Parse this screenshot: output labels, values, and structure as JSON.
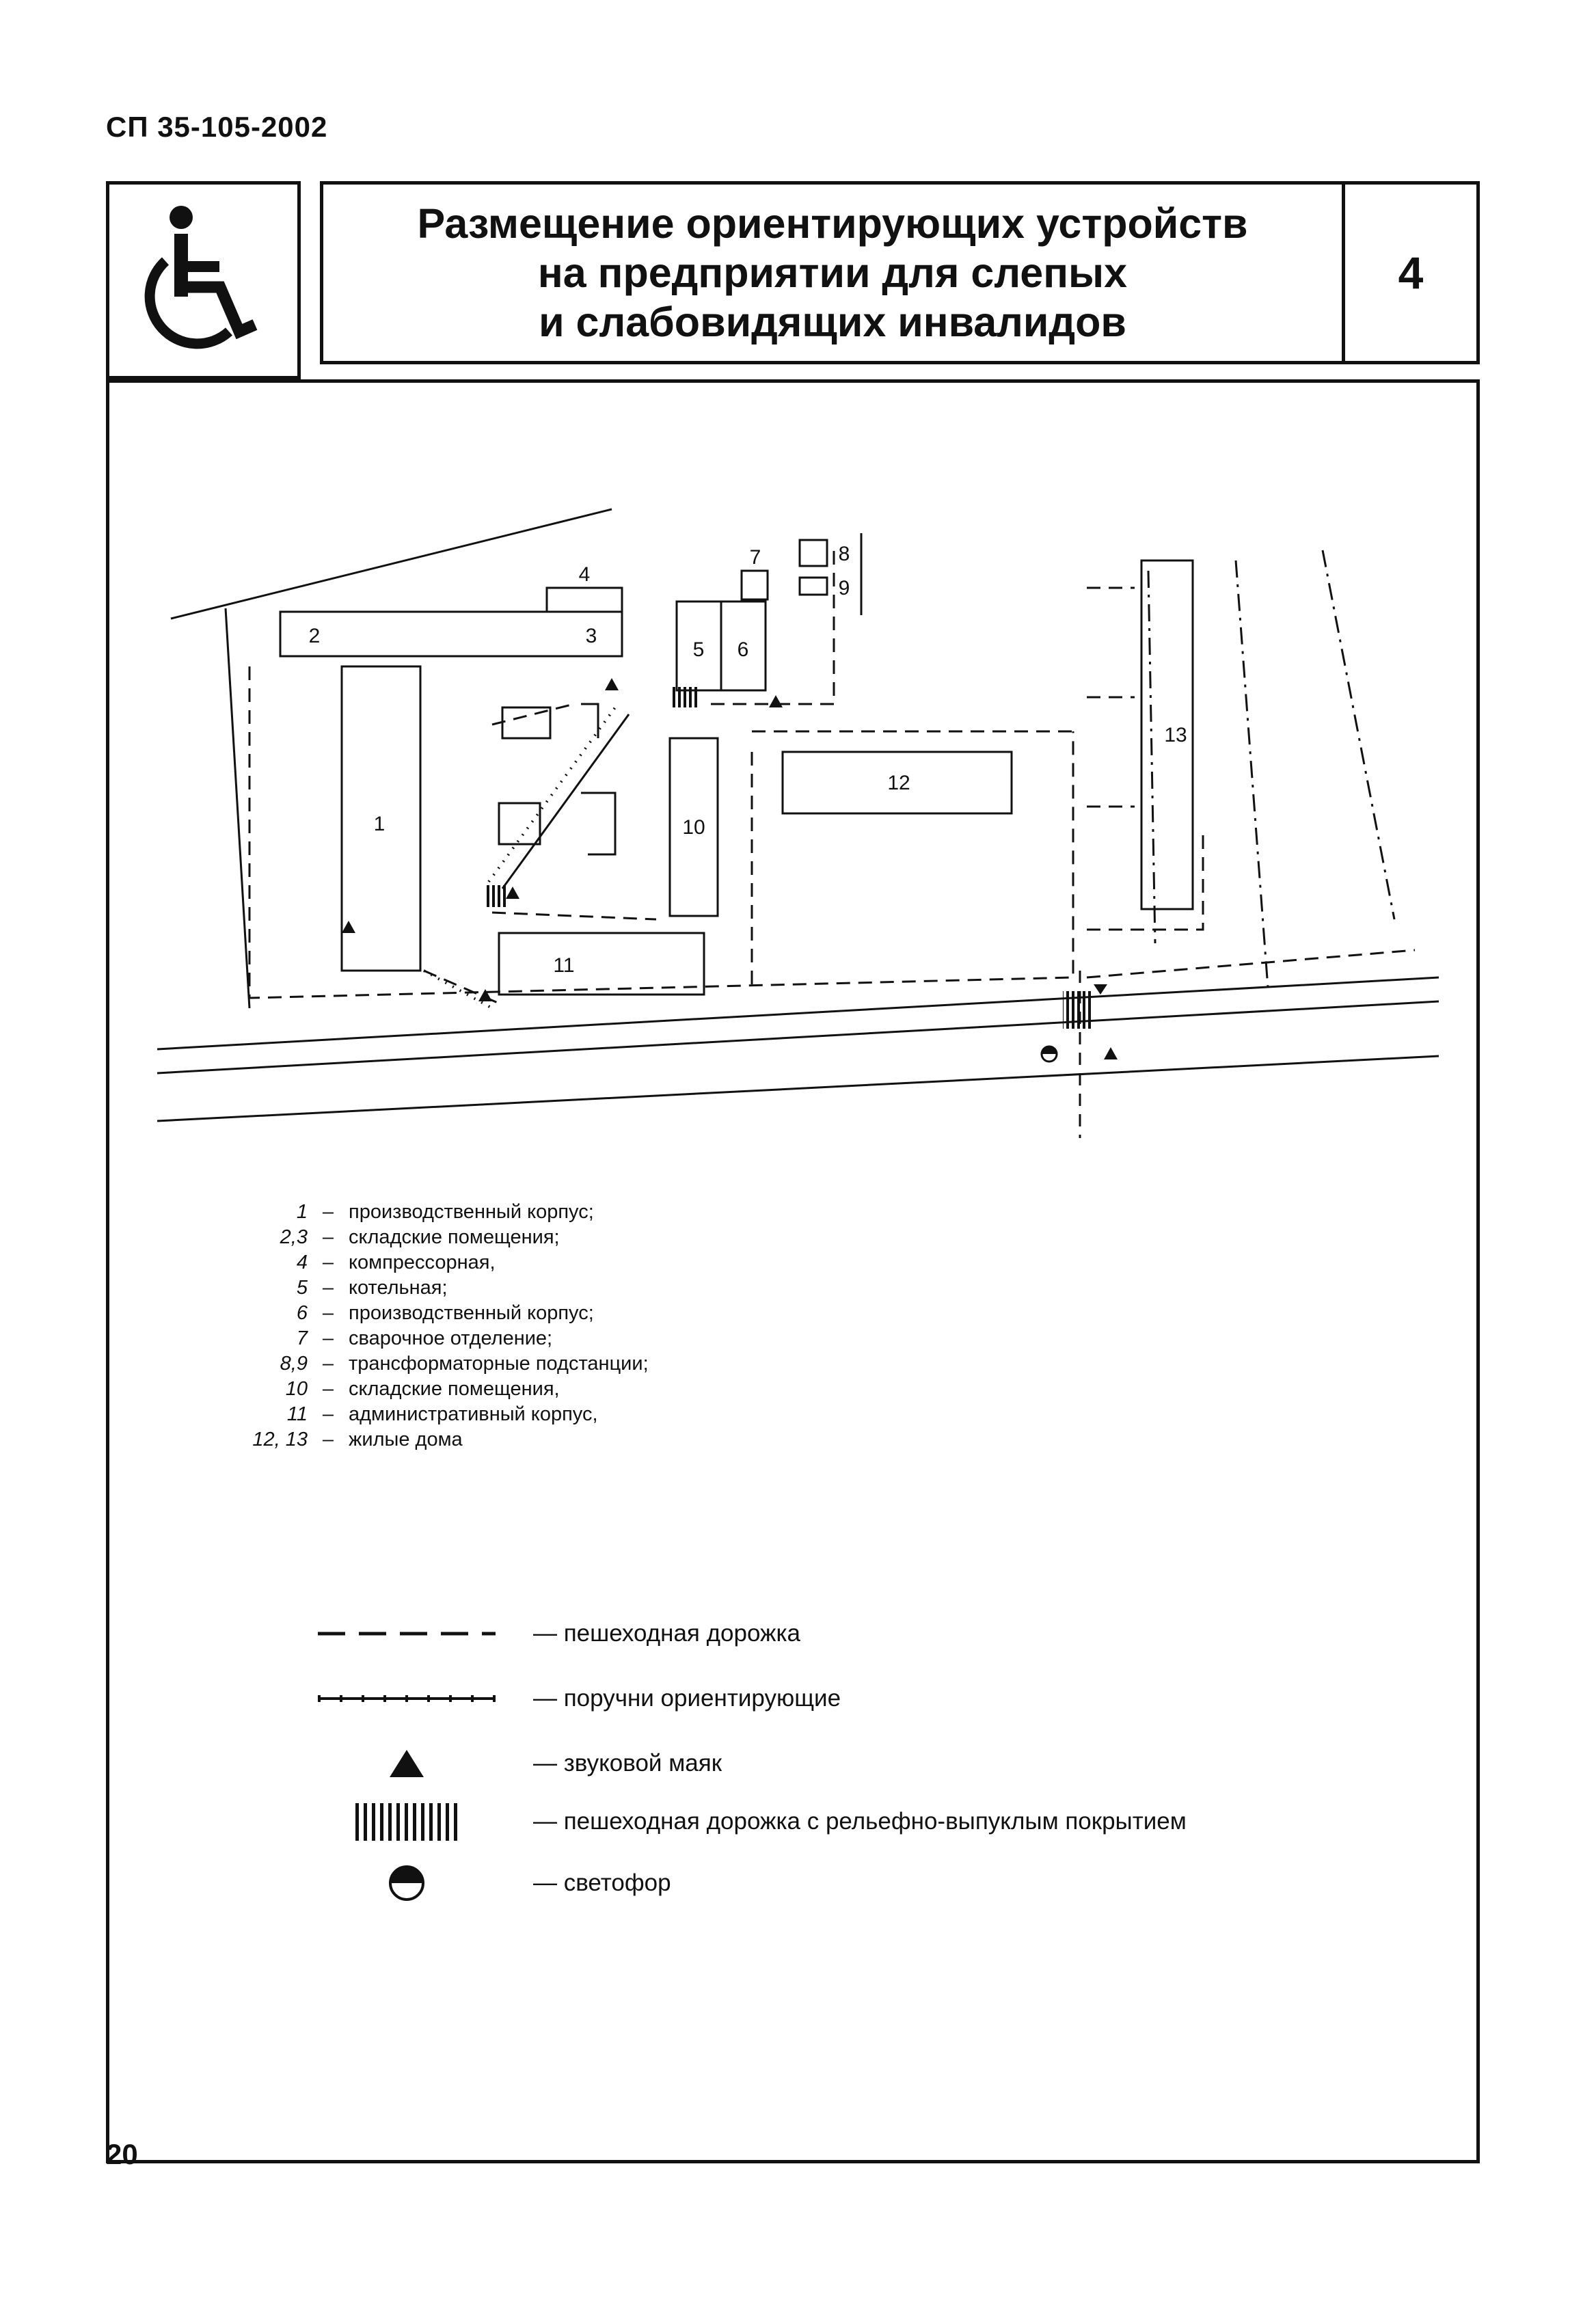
{
  "header": {
    "doc_code": "СП 35-105-2002",
    "title": "Размещение ориентирующих устройств\nна предприятии для слепых\nи слабовидящих инвалидов",
    "sheet_number": "4"
  },
  "icon": "wheelchair-accessibility-icon",
  "plan": {
    "labels": [
      "1",
      "2",
      "3",
      "4",
      "5",
      "6",
      "7",
      "8",
      "9",
      "10",
      "11",
      "12",
      "13"
    ]
  },
  "explication": [
    {
      "num": "1",
      "text": "производственный корпус;"
    },
    {
      "num": "2,3",
      "text": "складские помещения;"
    },
    {
      "num": "4",
      "text": "компрессорная,"
    },
    {
      "num": "5",
      "text": "котельная;"
    },
    {
      "num": "6",
      "text": "производственный корпус;"
    },
    {
      "num": "7",
      "text": "сварочное отделение;"
    },
    {
      "num": "8,9",
      "text": "трансформаторные подстанции;"
    },
    {
      "num": "10",
      "text": "складские помещения,"
    },
    {
      "num": "11",
      "text": "административный корпус,"
    },
    {
      "num": "12, 13",
      "text": "жилые дома"
    }
  ],
  "legend": [
    {
      "symbol": "dashed-line-icon",
      "text": "— пешеходная дорожка"
    },
    {
      "symbol": "dotted-rail-line-icon",
      "text": "— поручни ориентирующие"
    },
    {
      "symbol": "triangle-icon",
      "text": "— звуковой маяк"
    },
    {
      "symbol": "hatch-strip-icon",
      "text": "— пешеходная дорожка с рельефно-выпуклым покрытием"
    },
    {
      "symbol": "traffic-light-icon",
      "text": "— светофор"
    }
  ],
  "footer": {
    "page_number": "20"
  }
}
